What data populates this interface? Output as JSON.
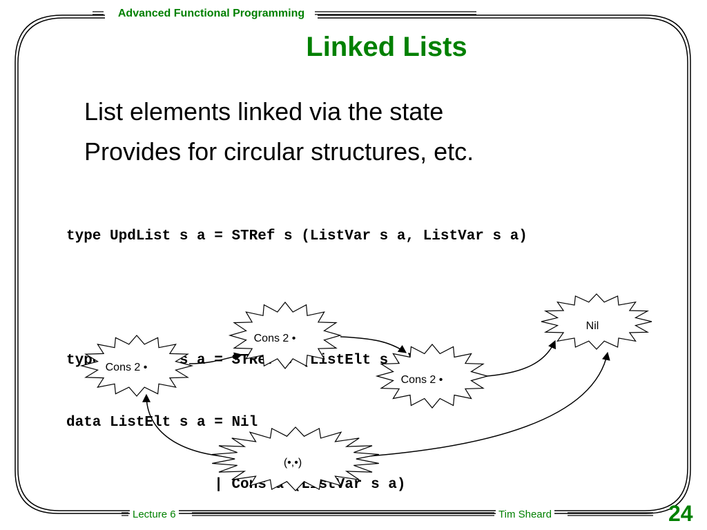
{
  "header": {
    "course": "Advanced Functional Programming"
  },
  "slide": {
    "title": "Linked Lists",
    "bullets": [
      "List elements linked via the state",
      "Provides for circular structures, etc."
    ],
    "code": [
      "type UpdList s a = STRef s (ListVar s a, ListVar s a)",
      "",
      "type ListVar s a = STRef s (ListElt s a)",
      "data ListElt s a = Nil",
      "                 | Cons a (ListVar s a)"
    ]
  },
  "diagram": {
    "nodes": [
      {
        "id": "cons1",
        "label": "Cons 2 •"
      },
      {
        "id": "cons2",
        "label": "Cons 2 •"
      },
      {
        "id": "cons3",
        "label": "Cons 2 •"
      },
      {
        "id": "nil",
        "label": "Nil"
      },
      {
        "id": "pair",
        "label": "(•,•)"
      }
    ]
  },
  "footer": {
    "left": "Lecture 6",
    "right": "Tim Sheard",
    "page": "24"
  },
  "colors": {
    "accent": "#008000",
    "ink": "#000000",
    "background": "#ffffff"
  }
}
